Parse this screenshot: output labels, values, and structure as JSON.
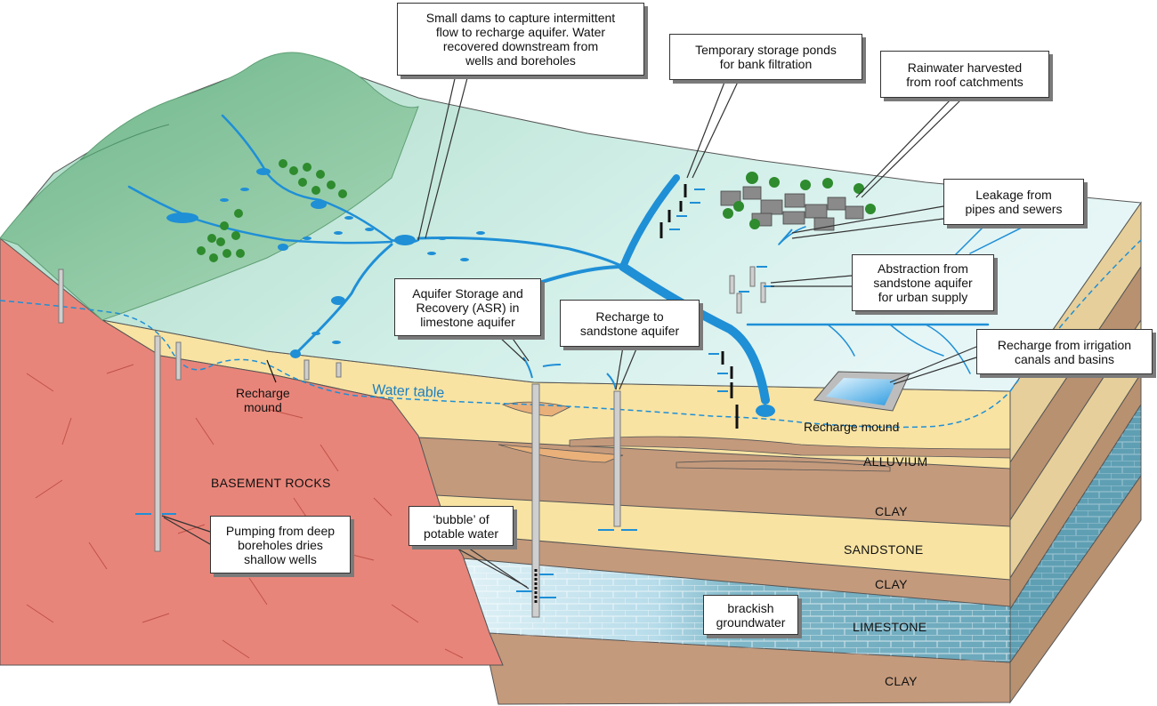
{
  "callouts": {
    "small_dams": [
      "Small dams to capture intermittent",
      "flow to recharge aquifer. Water",
      "recovered downstream from",
      "wells and boreholes"
    ],
    "temp_ponds": [
      "Temporary storage ponds",
      "for bank filtration"
    ],
    "rainwater": [
      "Rainwater harvested",
      "from roof catchments"
    ],
    "leakage": [
      "Leakage from",
      "pipes and sewers"
    ],
    "abstraction": [
      "Abstraction from",
      "sandstone aquifer",
      "for urban supply"
    ],
    "asr": [
      "Aquifer Storage and",
      "Recovery (ASR) in",
      "limestone aquifer"
    ],
    "recharge_sandstone": [
      "Recharge to",
      "sandstone aquifer"
    ],
    "irrigation": [
      "Recharge from irrigation",
      "canals and basins"
    ],
    "pumping": [
      "Pumping from deep",
      "boreholes dries",
      "shallow wells"
    ],
    "bubble": [
      "‘bubble’ of",
      "potable water"
    ],
    "brackish": [
      "brackish",
      "groundwater"
    ]
  },
  "labels": {
    "recharge_mound_left": [
      "Recharge",
      "mound"
    ],
    "water_table": "Water table",
    "recharge_mound_right": "Recharge mound",
    "basement_rocks": "BASEMENT ROCKS"
  },
  "layers": {
    "alluvium": "ALLUVIUM",
    "clay1": "CLAY",
    "sandstone": "SANDSTONE",
    "clay2": "CLAY",
    "limestone": "LIMESTONE",
    "clay3": "CLAY"
  },
  "colors": {
    "basement": "#e8857a",
    "sandstone": "#f8e3a3",
    "clay": "#c49a7c",
    "limestone": "#7fb7c8",
    "surface": "#bfe3d6",
    "hills": "#7fbf94",
    "water": "#1f8fd6",
    "trees": "#2e8b2e"
  }
}
